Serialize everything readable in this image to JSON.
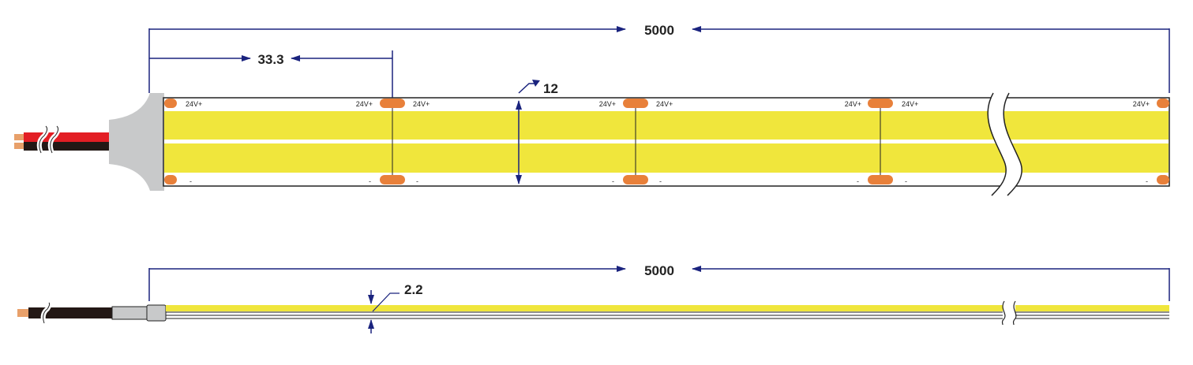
{
  "dimensions": {
    "top_length": "5000",
    "cut_spacing": "33.3",
    "width": "12",
    "bottom_length": "5000",
    "thickness": "2.2"
  },
  "pad_labels": {
    "positive": "24V+",
    "negative": "-"
  },
  "colors": {
    "dimension_line": "#1a237e",
    "led_strip": "#f0e63c",
    "solder_pad": "#e8803a",
    "cable_red": "#e31e24",
    "cable_black": "#231815",
    "end_cap": "#c8c9ca",
    "copper": "#e8a06a"
  }
}
